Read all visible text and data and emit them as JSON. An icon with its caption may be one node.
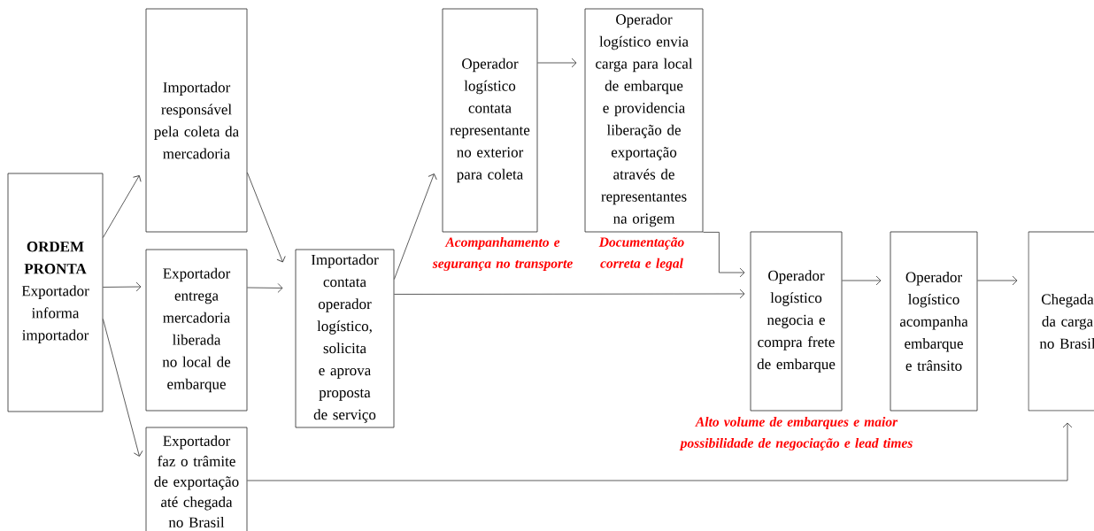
{
  "diagram": {
    "nodes": [
      {
        "text": [
          "ORDEM PRONTA",
          "Exportador informa importador"
        ]
      },
      {
        "text": [
          "Importador responsável pela coleta da mercadoria"
        ]
      },
      {
        "text": [
          "Exportador entrega mercadoria liberada no local de embarque"
        ]
      },
      {
        "text": [
          "Exportador faz o trâmite de exportação até chegada no Brasil"
        ]
      },
      {
        "text": [
          "Importador contata operador logístico, solicita e aprova proposta de serviço"
        ]
      },
      {
        "text": [
          "Operador logístico contata representante no exterior para coleta"
        ]
      },
      {
        "text": [
          "Operador logístico envia carga para local de embarque e providencia liberação de exportação através de representantes na origem"
        ]
      },
      {
        "text": [
          "Operador logístico negocia e compra frete de embarque"
        ]
      },
      {
        "text": [
          "Operador logístico acompanha embarque e trânsito"
        ]
      },
      {
        "text": [
          "Chegada da carga no Brasil"
        ]
      }
    ],
    "edges": [
      {
        "from": 0,
        "to": 1,
        "arrow": "to"
      },
      {
        "from": 0,
        "to": 2,
        "arrow": "to"
      },
      {
        "from": 0,
        "to": 3,
        "arrow": "to"
      },
      {
        "from": 1,
        "to": 4,
        "arrow": "to"
      },
      {
        "from": 2,
        "to": 4,
        "arrow": "to"
      },
      {
        "from": 4,
        "to": 5,
        "arrow": "to"
      },
      {
        "from": 4,
        "to": 7,
        "arrow": "to"
      },
      {
        "from": 5,
        "to": 6,
        "arrow": "to"
      },
      {
        "from": 6,
        "to": 7,
        "arrow": "to"
      },
      {
        "from": 7,
        "to": 8,
        "arrow": "to"
      },
      {
        "from": 8,
        "to": 9,
        "arrow": "to"
      },
      {
        "from": 3,
        "to": 9,
        "arrow": "to"
      }
    ],
    "labels": [
      "Acompanhamento e segurança no transporte",
      "Documentação correta e legal",
      "Alto volume de embarques e maior possibilidade de negociação e lead times"
    ]
  }
}
